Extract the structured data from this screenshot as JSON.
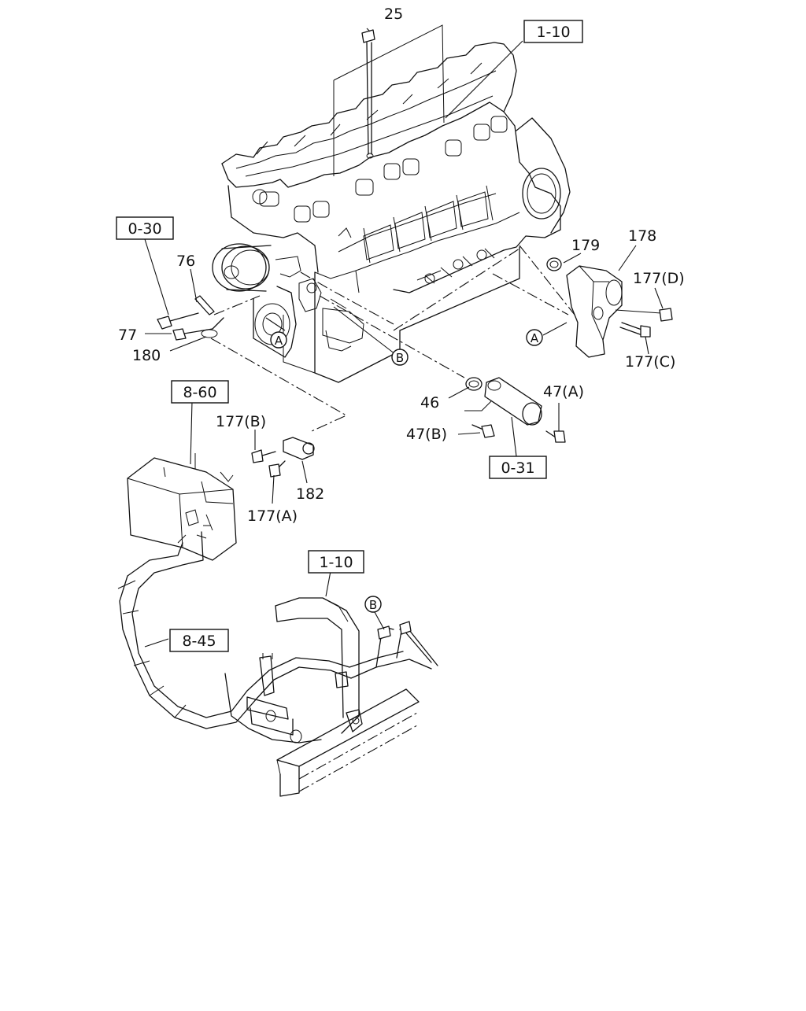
{
  "callouts": {
    "p25": "25",
    "p76": "76",
    "p77": "77",
    "p180": "180",
    "p179": "179",
    "p178": "178",
    "p177d": "177(D)",
    "p177c": "177(C)",
    "p46": "46",
    "p47a": "47(A)",
    "p47b": "47(B)",
    "p177b": "177(B)",
    "p182": "182",
    "p177a": "177(A)"
  },
  "references": {
    "r110_top": "1-10",
    "r030": "0-30",
    "r860": "8-60",
    "r031": "0-31",
    "r110_mid": "1-10",
    "r845": "8-45"
  },
  "markers": {
    "a_engine": "A",
    "a_elbow": "A",
    "b_engine": "B",
    "b_pipe": "B"
  }
}
